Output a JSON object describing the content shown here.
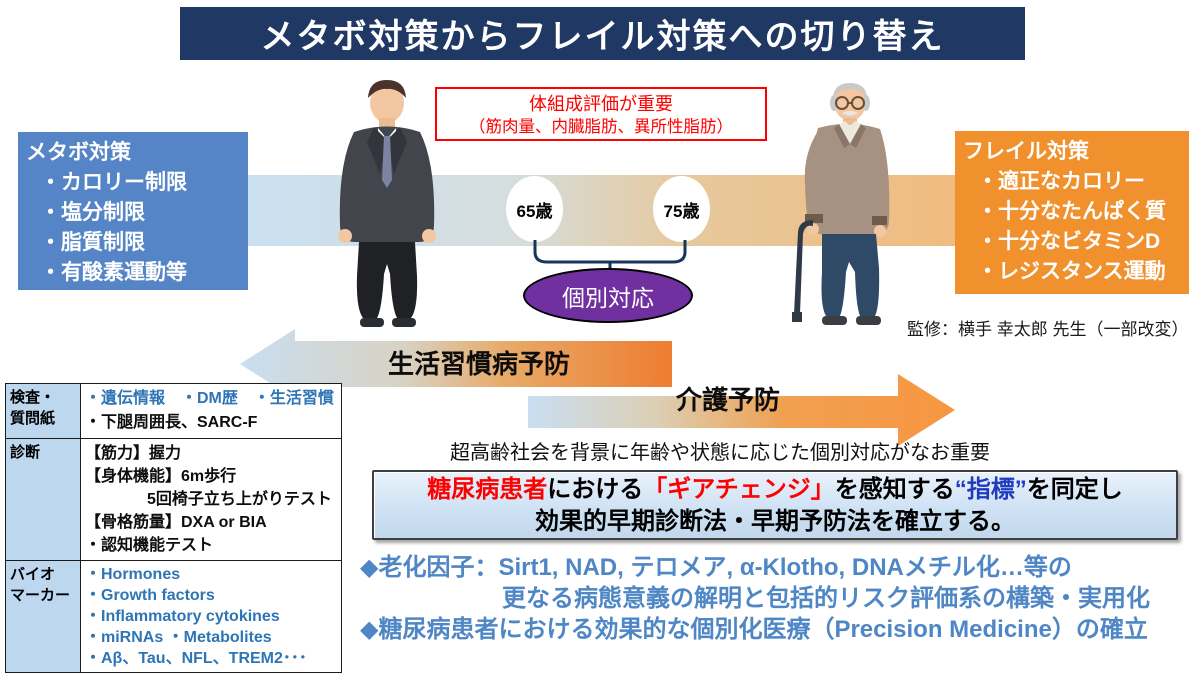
{
  "colors": {
    "title_bar": "#1F3864",
    "metabo_box_blue": "#5585C6",
    "frailty_box_orange": "#F0912D",
    "band_left_blue": "#C9DFF2",
    "band_right_orange": "#F0BB7E",
    "individual_ellipse_purple": "#7030A0",
    "note_red": "#FF0000",
    "table_header_bg": "#BDD7EE",
    "table_blue_text": "#2E75B6",
    "goal_box_bg": "#CFE2F4",
    "goal_highlight_red": "#FF0000",
    "goal_highlight_blue": "#1F3BC0",
    "research_text_blue": "#4E86C6",
    "bracket_navy": "#17365D"
  },
  "title": "メタボ対策からフレイル対策への切り替え",
  "note": {
    "line1": "体組成評価が重要",
    "line2": "（筋肉量、内臓脂肪、異所性脂肪）"
  },
  "metabo": {
    "title": "メタボ対策",
    "items": [
      "・カロリー制限",
      "・塩分制限",
      "・脂質制限",
      "・有酸素運動等"
    ]
  },
  "frailty": {
    "title": "フレイル対策",
    "items": [
      "・適正なカロリー",
      "・十分なたんぱく質",
      "・十分なビタミンD",
      "・レジスタンス運動"
    ]
  },
  "ages": {
    "age65": "65歳",
    "age75": "75歳"
  },
  "individual_label": "個別対応",
  "arrow_lifestyle": "生活習慣病予防",
  "arrow_care": "介護予防",
  "supervision": "監修：横手 幸太郎 先生（一部改変）",
  "table": {
    "rows": [
      {
        "header": [
          "検査・",
          "質問紙"
        ],
        "lines": [
          {
            "text": "・遺伝情報　・DM歴　・生活習慣",
            "color": "blue"
          },
          {
            "text": "・下腿周囲長、SARC-F",
            "color": "black"
          }
        ]
      },
      {
        "header": [
          "診断"
        ],
        "lines": [
          {
            "text": "【筋力】握力",
            "color": "black"
          },
          {
            "text": "【身体機能】6m歩行",
            "color": "black"
          },
          {
            "text": "5回椅子立ち上がりテスト",
            "color": "black",
            "indent": true
          },
          {
            "text": "【骨格筋量】DXA or BIA",
            "color": "black"
          },
          {
            "text": "・認知機能テスト",
            "color": "black"
          }
        ]
      },
      {
        "header": [
          "バイオ",
          "マーカー"
        ],
        "lines": [
          {
            "text": "・Hormones",
            "color": "blue"
          },
          {
            "text": "・Growth factors",
            "color": "blue"
          },
          {
            "text": "・Inflammatory cytokines",
            "color": "blue"
          },
          {
            "text": "・miRNAs ・Metabolites",
            "color": "blue"
          },
          {
            "text": "・Aβ、Tau、NFL、TREM2･･･",
            "color": "blue"
          }
        ]
      }
    ]
  },
  "statement": "超高齢社会を背景に年齢や状態に応じた個別対応がなお重要",
  "goal": {
    "line1": [
      {
        "text": "糖尿病患者",
        "color": "red"
      },
      {
        "text": "における",
        "color": "black"
      },
      {
        "text": "「ギアチェンジ」",
        "color": "red"
      },
      {
        "text": "を感知する",
        "color": "black"
      },
      {
        "text": "“指標”",
        "color": "blue"
      },
      {
        "text": "を同定し",
        "color": "black"
      }
    ],
    "line2": "効果的早期診断法・早期予防法を確立する。"
  },
  "research_goals": [
    "◆老化因子：Sirt1, NAD, テロメア, α-Klotho, DNAメチル化…等の",
    "更なる病態意義の解明と包括的リスク評価系の構築・実用化",
    "◆糖尿病患者における効果的な個別化医療（Precision Medicine）の確立"
  ]
}
